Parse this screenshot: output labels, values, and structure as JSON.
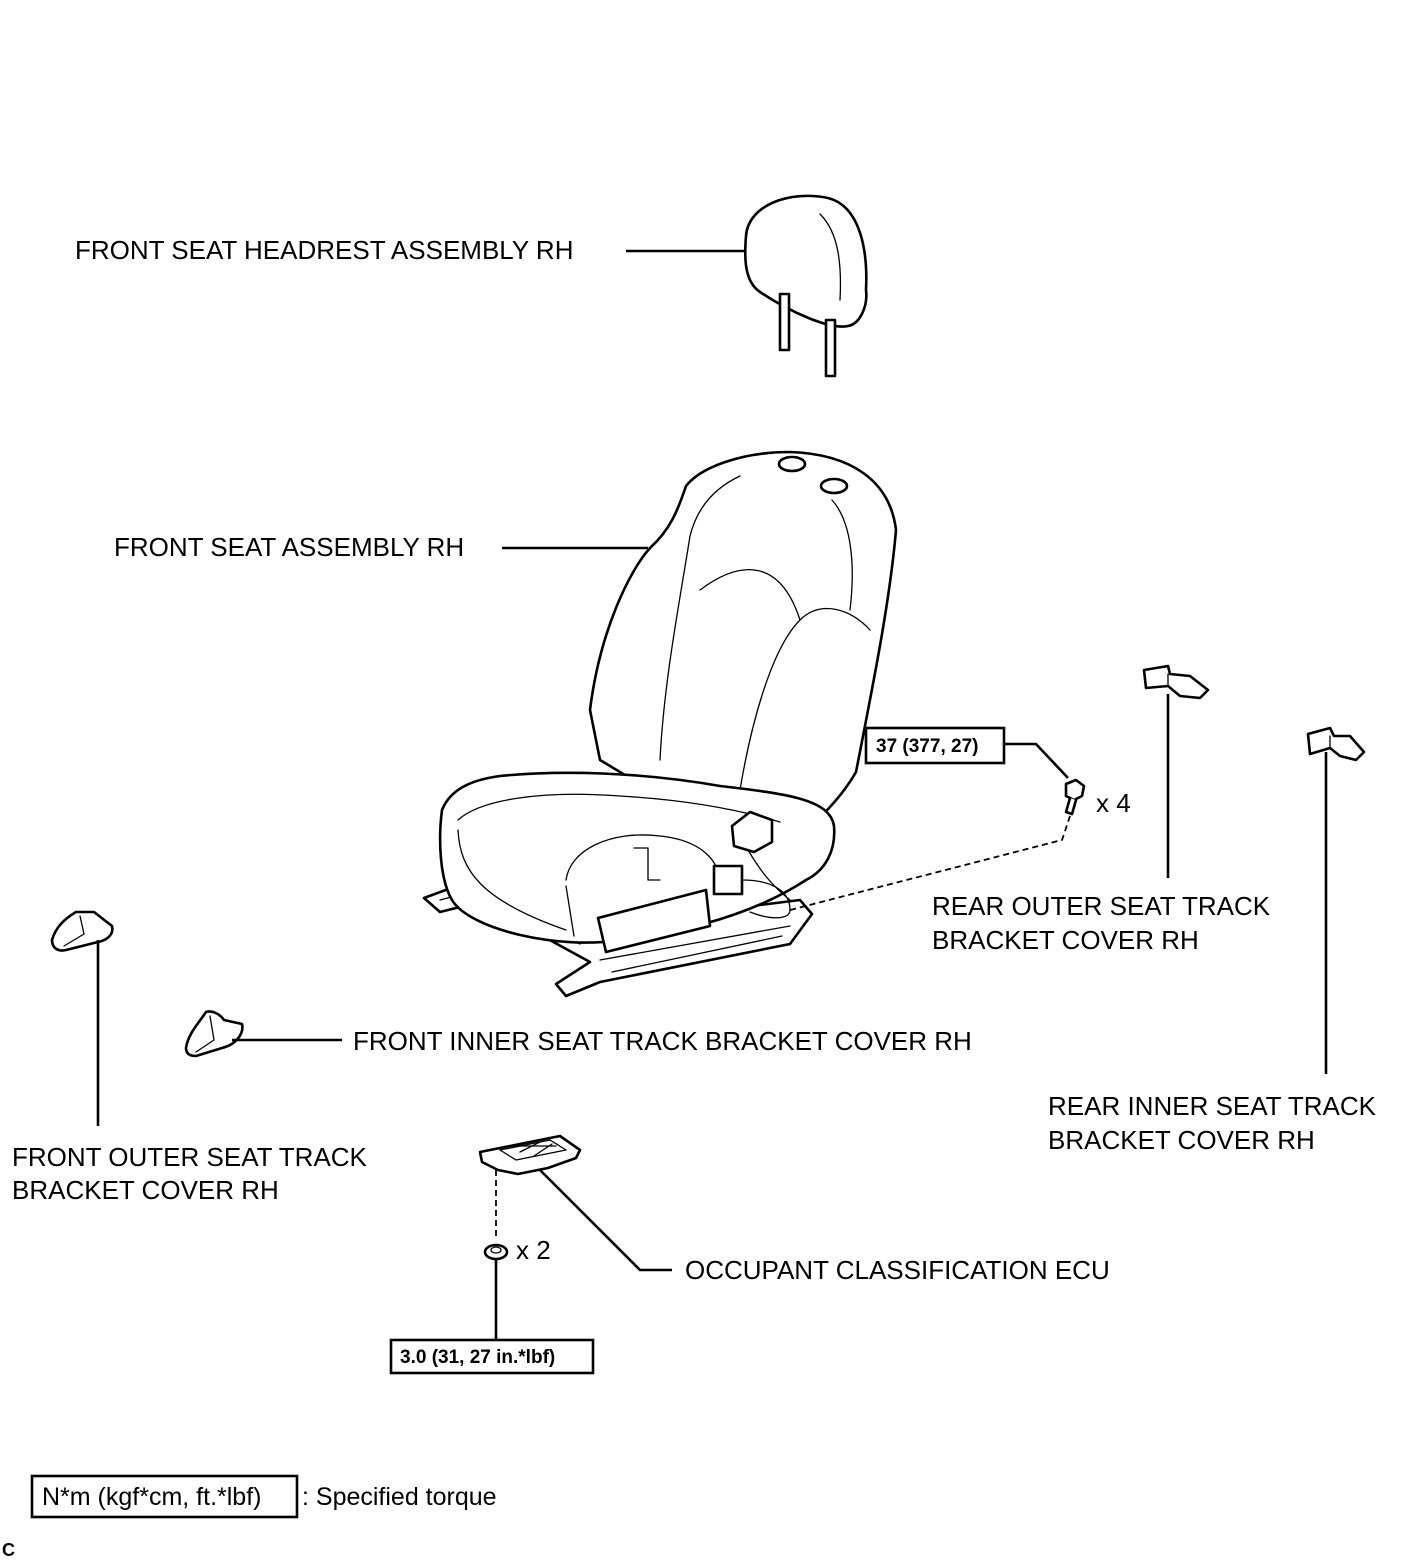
{
  "labels": {
    "headrest": "FRONT SEAT HEADREST ASSEMBLY RH",
    "seat": "FRONT SEAT ASSEMBLY RH",
    "rear_outer_1": "REAR OUTER SEAT TRACK",
    "rear_outer_2": "BRACKET COVER RH",
    "rear_inner_1": "REAR INNER SEAT TRACK",
    "rear_inner_2": "BRACKET COVER RH",
    "front_inner": "FRONT INNER SEAT TRACK BRACKET COVER RH",
    "front_outer_1": "FRONT OUTER SEAT TRACK",
    "front_outer_2": "BRACKET COVER RH",
    "ecu": "OCCUPANT CLASSIFICATION ECU"
  },
  "torques": {
    "seat_bolt": "37 (377, 27)",
    "ecu_nut": "3.0 (31, 27 in.*lbf)"
  },
  "quantities": {
    "seat_bolt": "x 4",
    "ecu_nut": "x 2"
  },
  "legend": {
    "unit_box": "N*m (kgf*cm, ft.*lbf)",
    "unit_text": ": Specified torque"
  },
  "corner_mark": "C"
}
